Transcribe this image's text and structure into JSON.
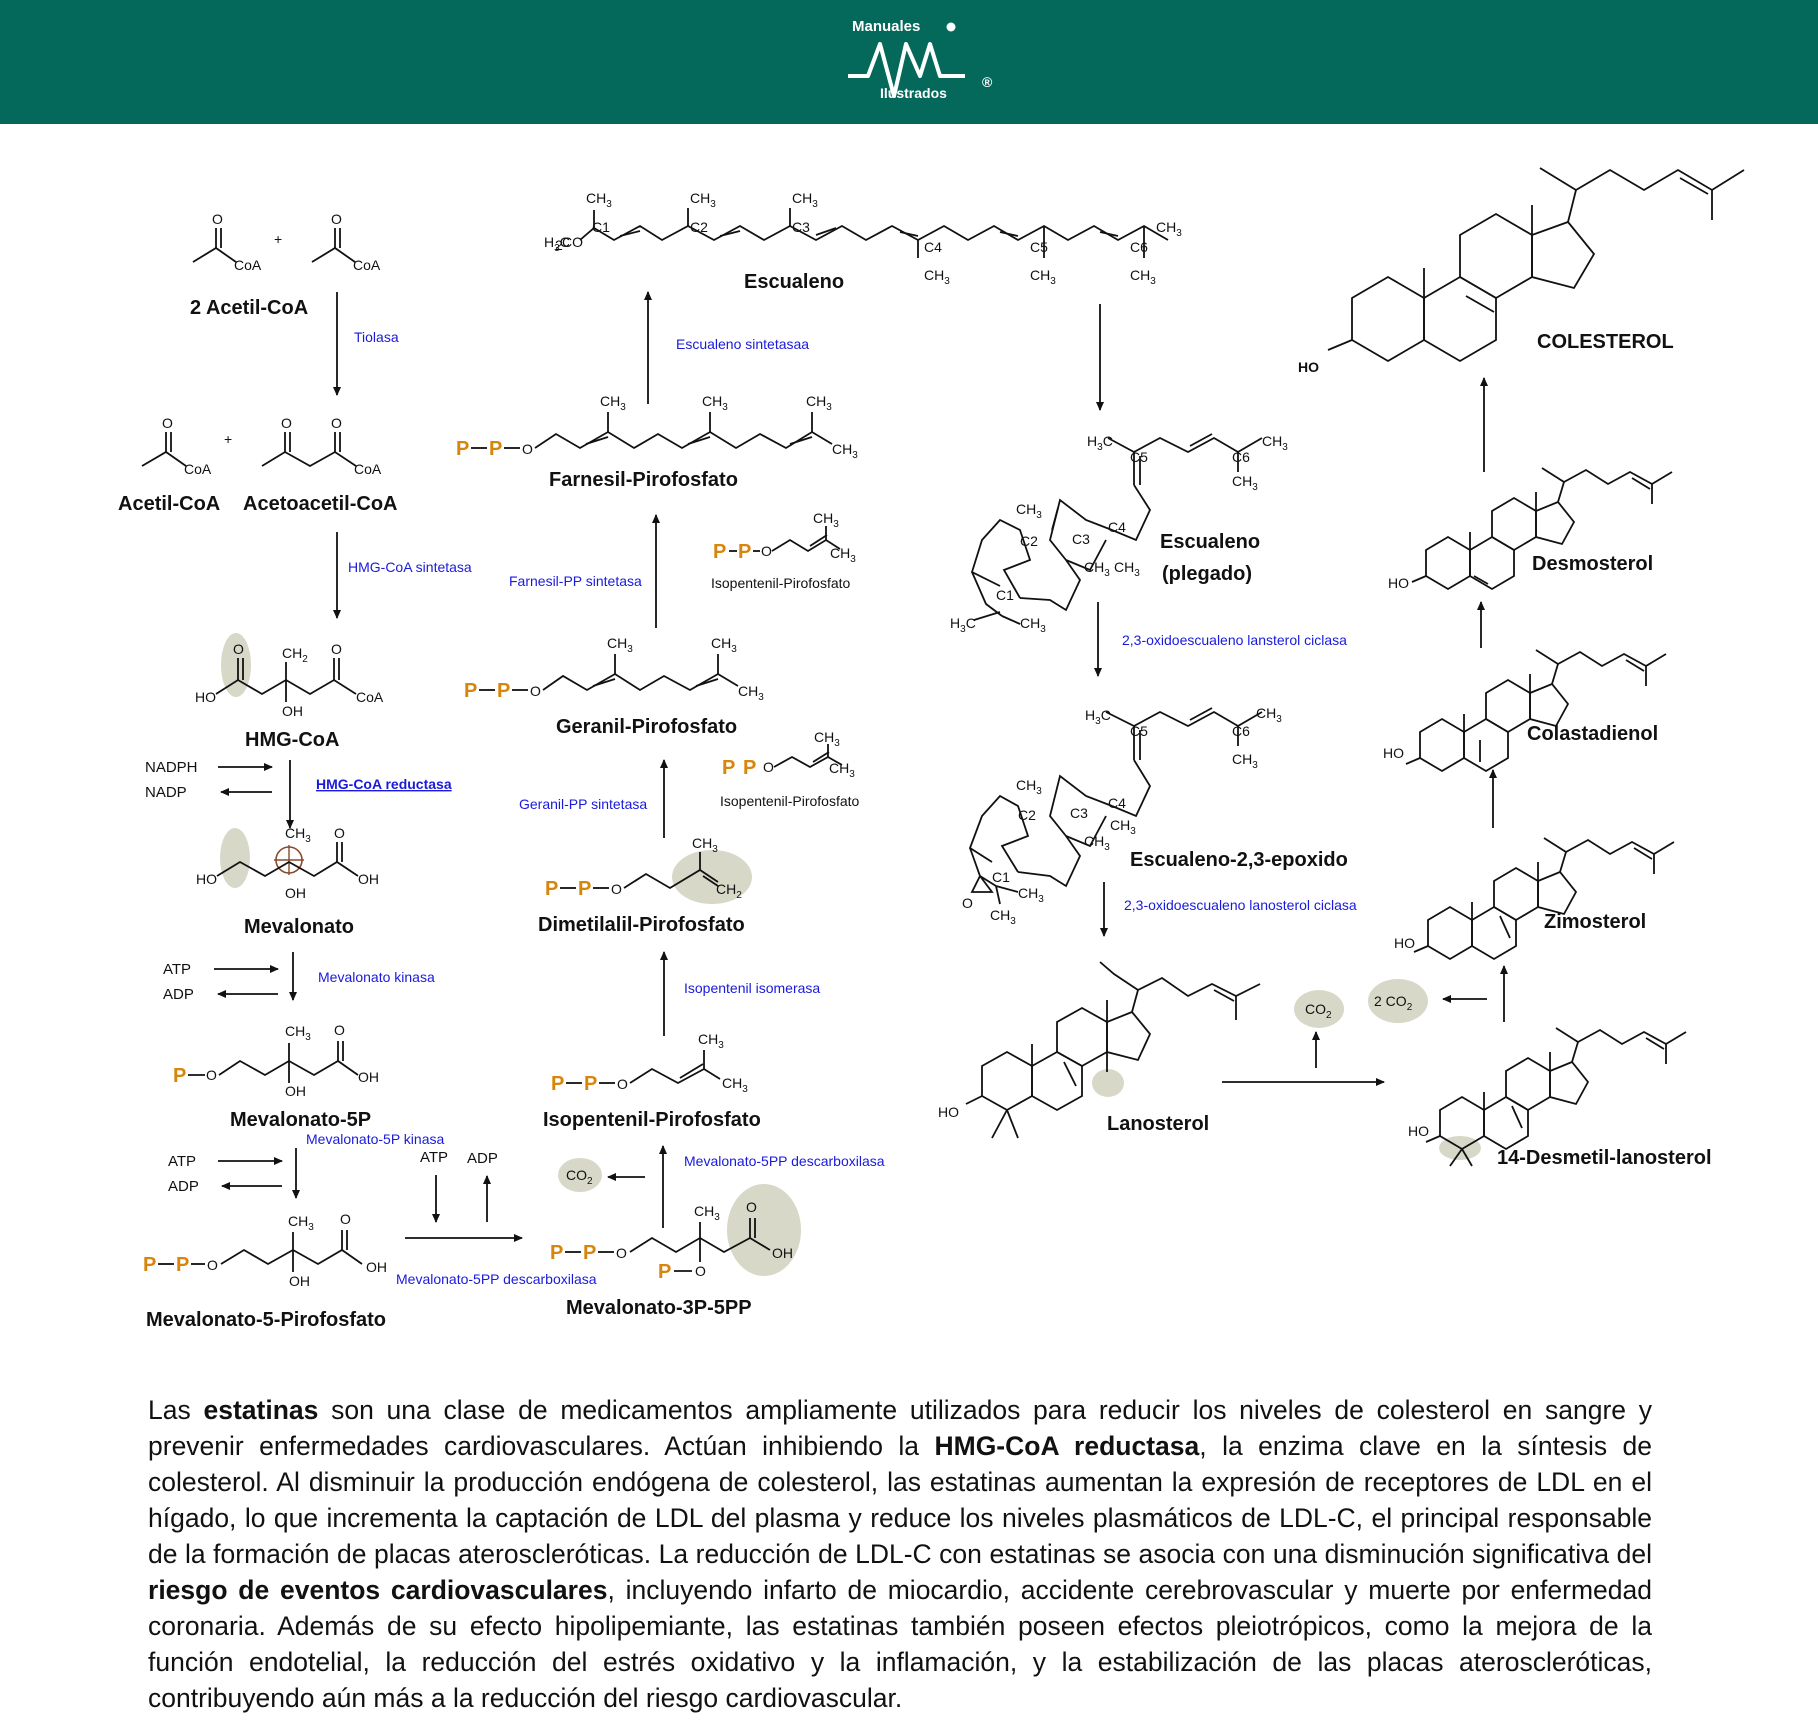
{
  "header": {
    "logo_line1": "Manuales",
    "logo_line2": "Ilustrados",
    "logo_mark": "®",
    "background_color": "#04695a"
  },
  "diagram": {
    "compounds": {
      "acetyl_coa_2": "2 Acetil-CoA",
      "acetyl_coa": "Acetil-CoA",
      "acetoacetyl_coa": "Acetoacetil-CoA",
      "hmg_coa": "HMG-CoA",
      "mevalonato": "Mevalonato",
      "mevalonato_5p": "Mevalonato-5P",
      "mevalonato_5pp": "Mevalonato-5-Pirofosfato",
      "mevalonato_3p_5pp": "Mevalonato-3P-5PP",
      "isopentenil_pp": "Isopentenil-Pirofosfato",
      "dimetilalil_pp": "Dimetilalil-Pirofosfato",
      "geranil_pp": "Geranil-Pirofosfato",
      "farnesil_pp": "Farnesil-Pirofosfato",
      "escualeno": "Escualeno",
      "escualeno_plegado_1": "Escualeno",
      "escualeno_plegado_2": "(plegado)",
      "epoxido": "Escualeno-2,3-epoxido",
      "lanosterol": "Lanosterol",
      "desmetil": "14-Desmetil-lanosterol",
      "zimosterol": "Zimosterol",
      "colastadienol": "Colastadienol",
      "desmosterol": "Desmosterol",
      "colesterol": "COLESTEROL",
      "ipp_small_1": "Isopentenil-Pirofosfato",
      "ipp_small_2": "Isopentenil-Pirofosfato"
    },
    "enzymes": {
      "tiolasa": "Tiolasa",
      "hmg_sintetasa": "HMG-CoA sintetasa",
      "hmg_reductasa": "HMG-CoA reductasa",
      "mev_kinasa": "Mevalonato kinasa",
      "mev5p_kinasa": "Mevalonato-5P kinasa",
      "mev5pp_descarb_1": "Mevalonato-5PP descarboxilasa",
      "mev5pp_descarb_2": "Mevalonato-5PP descarboxilasa",
      "isomerasa": "Isopentenil isomerasa",
      "geranil_sintetasa": "Geranil-PP sintetasa",
      "farnesil_sintetasa": "Farnesil-PP sintetasa",
      "escualeno_sintetasa": "Escualeno sintetasaa",
      "lanosterol_ciclasa_1": "2,3-oxidoescualeno lansterol ciclasa",
      "lanosterol_ciclasa_2": "2,3-oxidoescualeno lanosterol ciclasa"
    },
    "cofactors": {
      "nadph": "NADPH",
      "nadp": "NADP",
      "atp": "ATP",
      "adp": "ADP",
      "co2": "CO",
      "two_co2": "2 CO",
      "sub2": "2"
    },
    "atoms": {
      "o": "O",
      "coa": "CoA",
      "oh": "OH",
      "ho": "HO",
      "ch3": "CH",
      "h3c": "H",
      "ch2": "CH",
      "p": "P",
      "plus": "+",
      "c1": "C1",
      "c2": "C2",
      "c3": "C3",
      "c4": "C4",
      "c5": "C5",
      "c6": "C6"
    }
  },
  "paragraph": {
    "s1": "Las ",
    "b1": "estatinas",
    "s2": " son una clase de medicamentos ampliamente utilizados para reducir los niveles de colesterol en sangre y prevenir enfermedades cardiovasculares. Actúan inhibiendo la ",
    "b2": "HMG-CoA reductasa",
    "s3": ", la enzima clave en la síntesis de colesterol. Al disminuir la producción endógena de colesterol, las estatinas aumentan la expresión de receptores de LDL en el hígado, lo que incrementa la captación de LDL del plasma y reduce los niveles plasmáticos de LDL-C, el principal responsable de la formación de placas ateroscleróticas. La reducción de LDL-C con estatinas se asocia con una disminución significativa del ",
    "b3": "riesgo de eventos cardiovasculares",
    "s4": ", incluyendo infarto de miocardio, accidente cerebrovascular y muerte por enfermedad coronaria. Además de su efecto hipolipemiante, las estatinas también poseen efectos pleiotrópicos, como la mejora de la función endotelial, la reducción del estrés oxidativo y la inflamación, y la estabilización de las placas ateroscleróticas, contribuyendo aún más a la reducción del riesgo cardiovascular."
  }
}
